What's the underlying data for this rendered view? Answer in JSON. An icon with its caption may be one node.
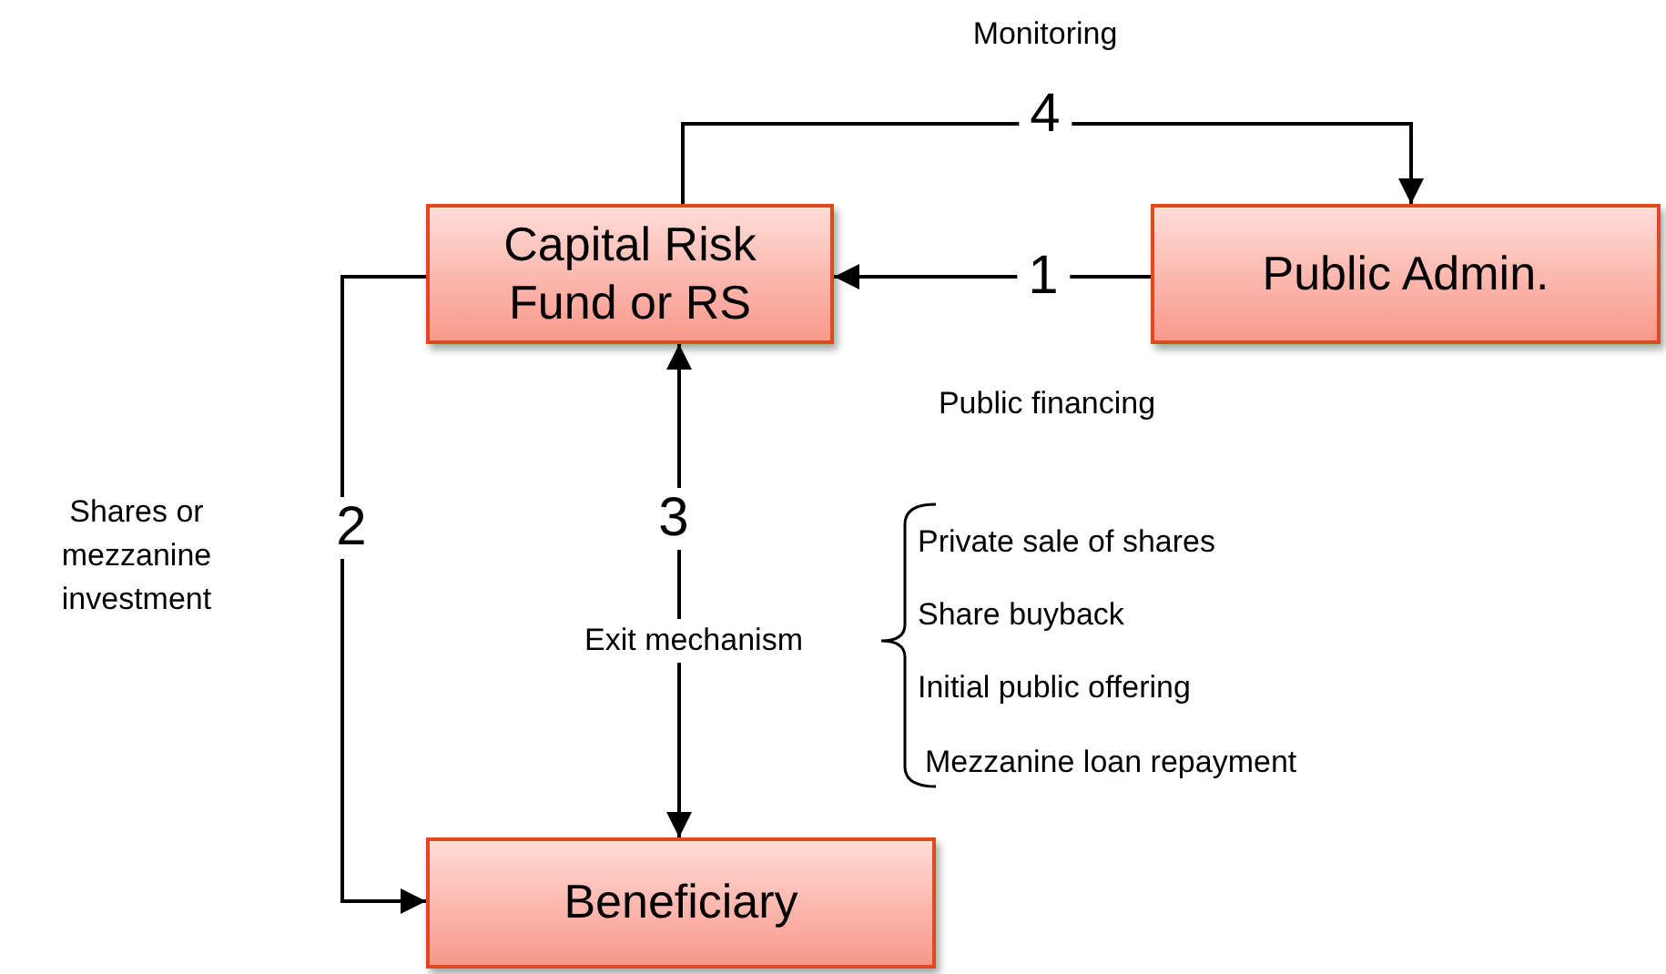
{
  "diagram": {
    "nodes": [
      {
        "text": [
          "Capital Risk Fund or RS"
        ]
      },
      {
        "text": [
          "Public Admin."
        ]
      },
      {
        "text": [
          "Beneficiary"
        ]
      }
    ],
    "edges": [
      {
        "from": 1,
        "to": 0,
        "arrow": "to",
        "label": "1"
      },
      {
        "from": 0,
        "to": 2,
        "arrow": "to",
        "label": "2"
      },
      {
        "from": 0,
        "to": 2,
        "arrow": "both",
        "label": "3"
      },
      {
        "from": 0,
        "to": 1,
        "arrow": "to",
        "label": "4"
      }
    ],
    "labels": [
      "Monitoring",
      "Public financing",
      "Shares or mezzanine investment",
      "Exit mechanism",
      "Private sale of shares",
      "Share buyback",
      "Initial public offering",
      "Mezzanine loan repayment"
    ]
  }
}
